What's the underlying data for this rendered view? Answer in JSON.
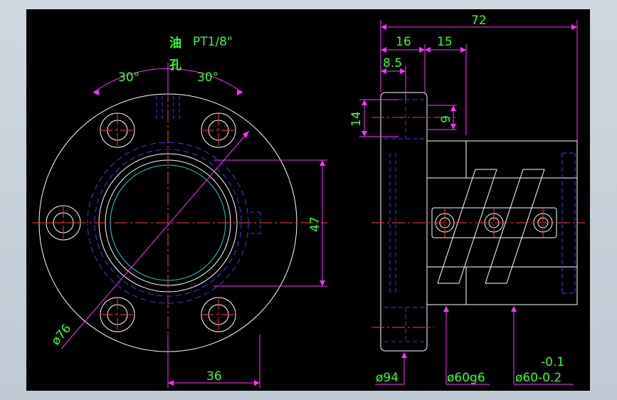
{
  "drawing": {
    "oil_hole_label_chars": [
      "油",
      "孔"
    ],
    "thread_label": "PT1/8\"",
    "angle_left": "30°",
    "angle_right": "30°",
    "dim_diameter_bolt_circle": "ø76",
    "dim_height_47": "47",
    "dim_width_36": "36",
    "dim_total_length": "72",
    "dim_16": "16",
    "dim_15": "15",
    "dim_8_5": "8.5",
    "dim_14": "14",
    "dim_9": "9",
    "dim_flange_diameter": "ø94",
    "dim_body_diameter": "ø60g6",
    "dim_nut_diameter": "ø60-0.2",
    "dim_tolerance_upper": "-0.1"
  },
  "colors": {
    "background": "#000000",
    "outline": "#ffffff",
    "centerline": "#ff3b3b",
    "hidden": "#3a3aff",
    "dimension": "#ff33ff",
    "text": "#33ff33",
    "thread": "#33cccc"
  }
}
